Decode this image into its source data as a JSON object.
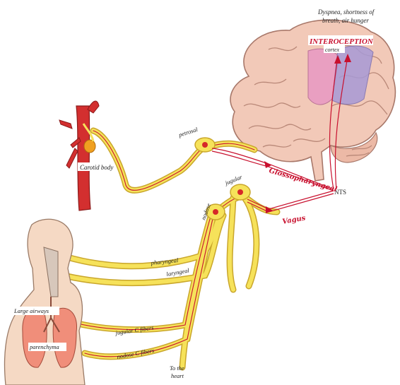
{
  "caption": {
    "line1": "Dyspnea, shortness of",
    "line2": "breath, air hunger"
  },
  "brain": {
    "interoception": "INTEROCEPTION",
    "cortex": "cortex",
    "nts": "NTS"
  },
  "nerves": {
    "glossopharyngeal": "Glossopharyngeal",
    "vagus": "Vagus",
    "petrosal": "petrosal",
    "jugular": "jugular",
    "nodose": "nodose",
    "pharyngeal": "pharyngeal",
    "laryngeal": "laryngeal",
    "jugular_c_fibers": "jugular C fibers",
    "nodose_c_fibers": "nodose C fibers",
    "to_the_heart_1": "To the",
    "to_the_heart_2": "heart"
  },
  "body": {
    "carotid_body": "Carotid body",
    "large_airways": "Large airways",
    "parenchyma": "parenchyma"
  },
  "colors": {
    "nerve": "#f6e25a",
    "nerve_edge": "#c9a62b",
    "signal": "#c8102e",
    "brain": "#f2c9b8",
    "cortex_pink": "#e99bc3",
    "cortex_purple": "#a79ad6",
    "lung": "#f08e7a"
  }
}
